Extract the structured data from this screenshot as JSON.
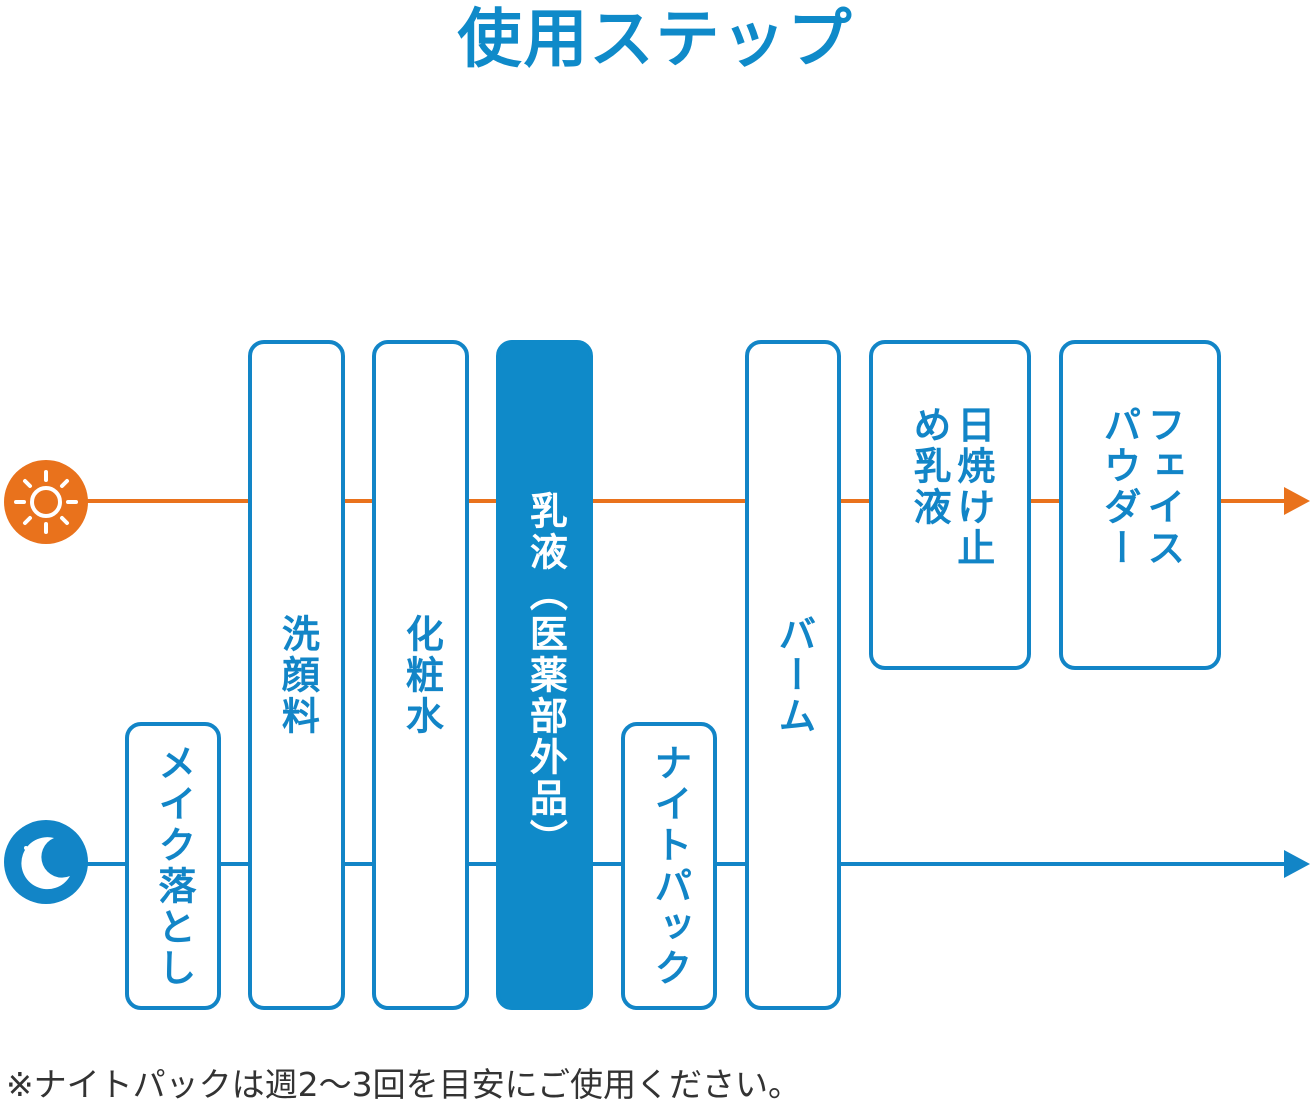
{
  "title": "使用ステップ",
  "colors": {
    "accent": "#0f8ac9",
    "morning": "#e9721c",
    "night": "#1285c7"
  },
  "icons": {
    "morning": "sun-icon",
    "night": "moon-icon"
  },
  "steps": [
    {
      "label": "メイク落とし"
    },
    {
      "label": "洗顔料"
    },
    {
      "label": "化粧水"
    },
    {
      "label": "乳液（医薬部外品）"
    },
    {
      "label": "ナイトパック"
    },
    {
      "label": "バーム"
    },
    {
      "label": "日焼け止め乳液"
    },
    {
      "label": "フェイスパウダー"
    }
  ],
  "note": "※ナイトパックは週2〜3回を目安にご使用ください。"
}
